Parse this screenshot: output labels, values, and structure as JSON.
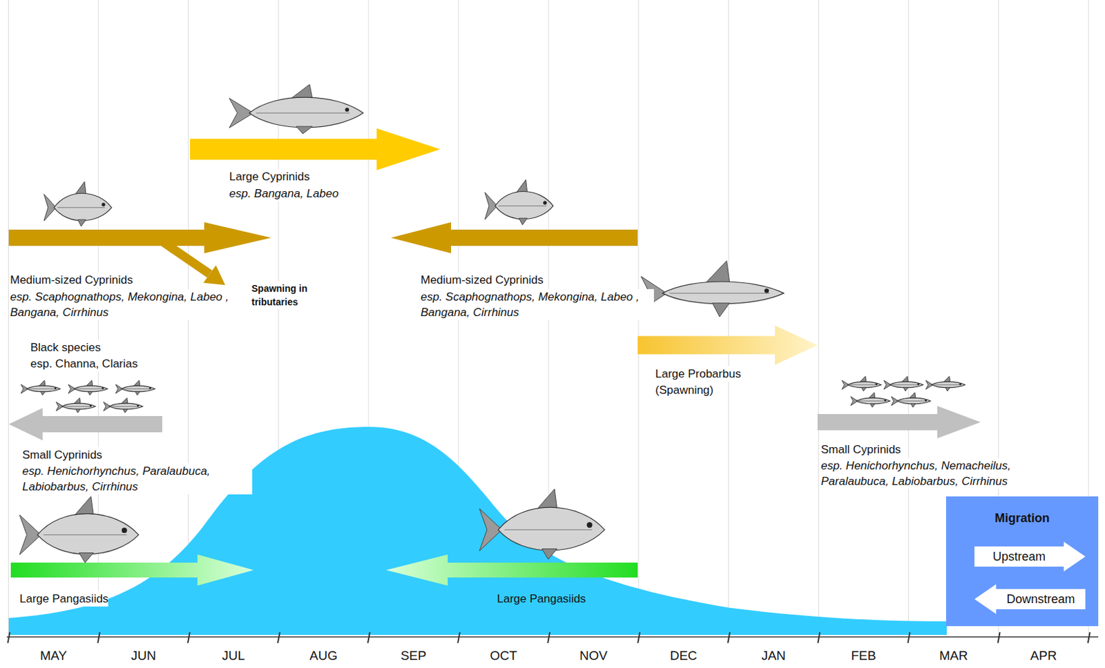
{
  "diagram": {
    "nodes": [
      {
        "text": [
          "Migration"
        ]
      },
      {
        "text": [
          "Upstream"
        ],
        "in": 0
      },
      {
        "text": [
          "Downstream"
        ],
        "in": 0
      }
    ],
    "labels": [
      "Large Cyprinids",
      "esp. Bangana, Labeo",
      "Medium-sized Cyprinids",
      "esp. Scaphognathops, Mekongina, Labeo , Bangana, Cirrhinus",
      "Spawning in tributaries",
      "Black species",
      "esp. Channa, Clarias",
      "Medium-sized Cyprinids",
      "esp. Scaphognathops, Mekongina, Labeo , Bangana, Cirrhinus",
      "Large Probarbus",
      "(Spawning)",
      "Small Cyprinids",
      "esp. Henichorhynchus, Paralaubuca, Labiobarbus, Cirrhinus",
      "Small Cyprinids",
      "esp. Henichorhynchus, Nemacheilus, Paralaubuca, Labiobarbus, Cirrhinus",
      "Large Pangasiids",
      "Large Pangasiids",
      "MAY",
      "JUN",
      "JUL",
      "AUG",
      "SEP",
      "OCT",
      "NOV",
      "DEC",
      "JAN",
      "FEB",
      "MAR",
      "APR"
    ]
  }
}
